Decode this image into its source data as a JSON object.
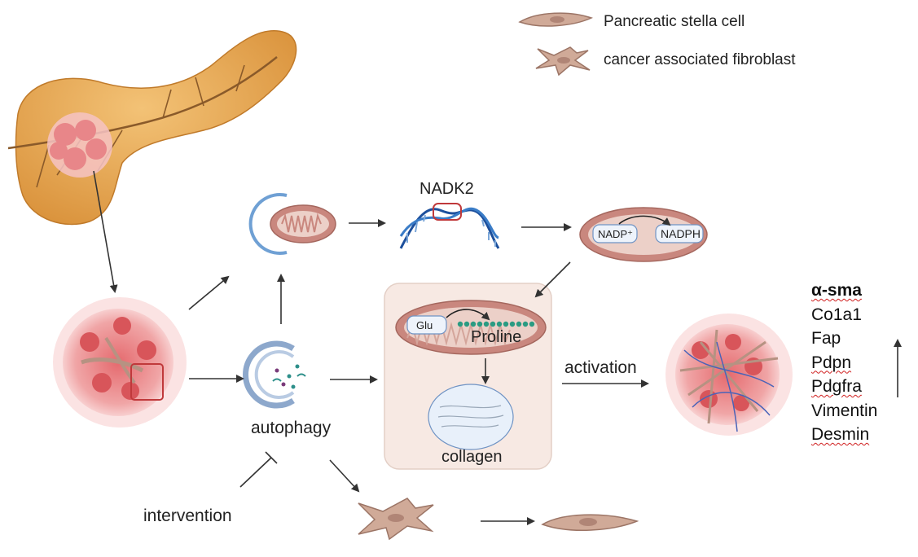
{
  "legend": {
    "items": [
      {
        "label": "Pancreatic stella cell",
        "icon": "spindle-cell-icon"
      },
      {
        "label": "cancer associated fibroblast",
        "icon": "star-cell-icon"
      }
    ]
  },
  "labels": {
    "nadk2": "NADK2",
    "nadp": "NADP⁺",
    "nadph": "NADPH",
    "glu": "Glu",
    "proline": "Proline",
    "collagen": "collagen",
    "autophagy": "autophagy",
    "activation": "activation",
    "intervention": "intervention"
  },
  "markers": [
    "α-sma",
    "Co1a1",
    "Fap",
    "Pdpn",
    "Pdgfra",
    "Vimentin",
    "Desmin"
  ],
  "colors": {
    "pancreas": "#e8a94e",
    "tumor": "#e97b7e",
    "mito_outer": "#c9877e",
    "mito_inner": "#e9c9c0",
    "cell": "#c9a390",
    "dna_blue": "#1c4f9c",
    "panel_bg": "#f7e9e3"
  }
}
